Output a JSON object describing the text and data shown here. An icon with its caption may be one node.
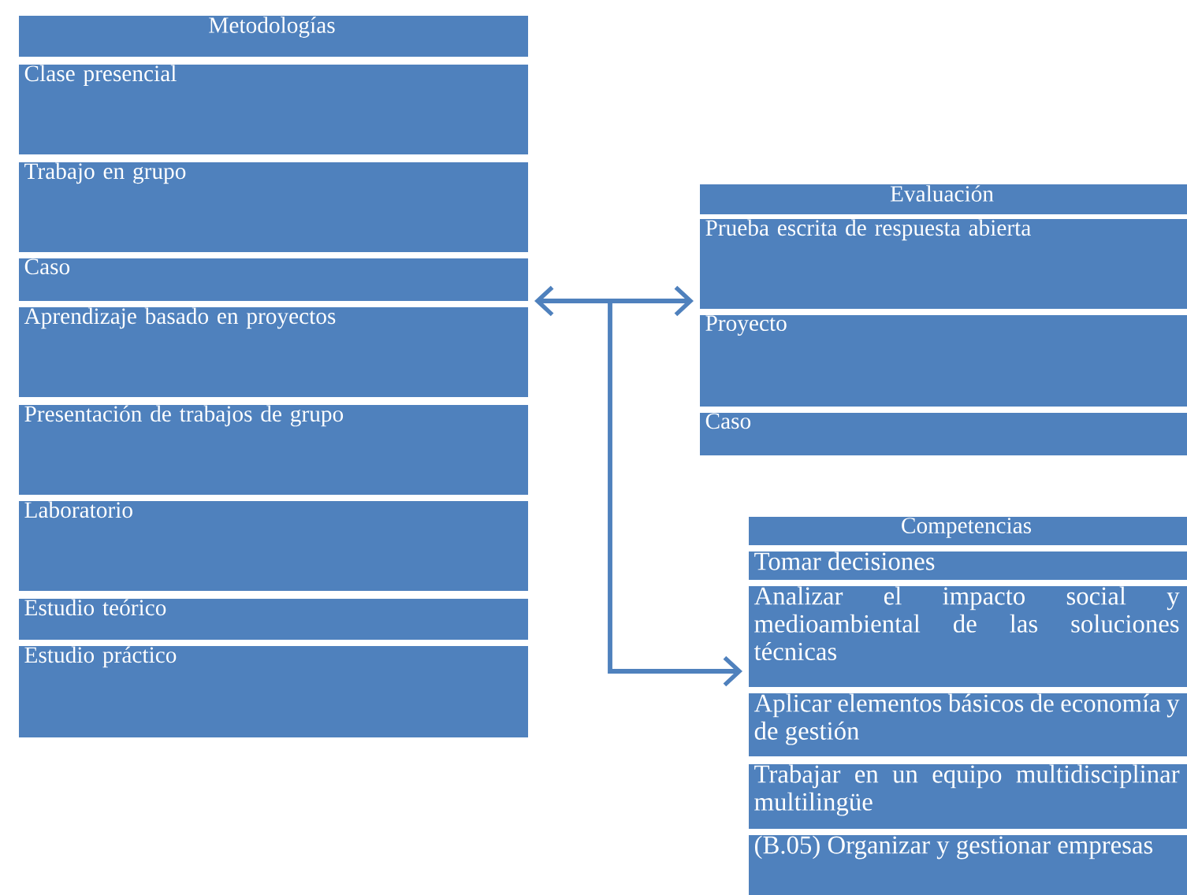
{
  "diagram": {
    "nodes": [
      {
        "text": [
          "Metodologías"
        ]
      },
      {
        "text": [
          "Clase presencial"
        ]
      },
      {
        "text": [
          "Trabajo en grupo"
        ]
      },
      {
        "text": [
          "Caso"
        ]
      },
      {
        "text": [
          "Aprendizaje basado en proyectos"
        ]
      },
      {
        "text": [
          "Presentación de trabajos de grupo"
        ]
      },
      {
        "text": [
          "Laboratorio"
        ]
      },
      {
        "text": [
          "Estudio teórico"
        ]
      },
      {
        "text": [
          "Estudio práctico"
        ]
      },
      {
        "text": [
          "Evaluación"
        ]
      },
      {
        "text": [
          "Prueba escrita de respuesta abierta"
        ]
      },
      {
        "text": [
          "Proyecto"
        ]
      },
      {
        "text": [
          "Caso"
        ]
      },
      {
        "text": [
          "Competencias"
        ]
      },
      {
        "text": [
          "Tomar decisiones"
        ]
      },
      {
        "text": [
          "Analizar el impacto social y medioambiental de las soluciones técnicas"
        ]
      },
      {
        "text": [
          "Aplicar elementos básicos de economía y de gestión"
        ]
      },
      {
        "text": [
          "Trabajar en un equipo multidisciplinar multilingüe"
        ]
      },
      {
        "text": [
          "(B.05) Organizar y gestionar empresas"
        ]
      }
    ],
    "edges": [
      {
        "from": 3,
        "to": 10,
        "arrow": "both"
      },
      {
        "from": null,
        "to": 15,
        "arrow": "to"
      }
    ]
  }
}
